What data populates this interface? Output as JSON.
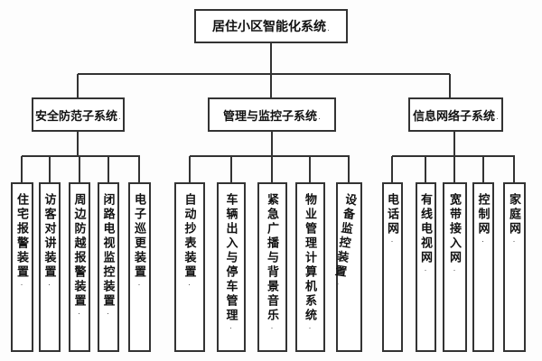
{
  "diagram": {
    "root_label": "居住小区智能化系统",
    "paragraph_mark": "·",
    "branches": [
      {
        "label": "安全防范子系统",
        "children": [
          "住宅报警装置",
          "访客对讲装置",
          "周边防越报警装置",
          "闭路电视监控装置",
          "电子巡更装置"
        ]
      },
      {
        "label": "管理与监控子系统",
        "children": [
          "自动抄表装置",
          "车辆出入与停车管理",
          "紧急广播与背景音乐",
          "物业管理计算机系统",
          "设备监控装置"
        ]
      },
      {
        "label": "信息网络子系统",
        "children": [
          "电话网",
          "有线电视网",
          "宽带接入网",
          "控制网",
          "家庭网"
        ]
      }
    ],
    "colors": {
      "line": "#333333",
      "border": "#333333",
      "background": "#fdfdfd",
      "text": "#111111",
      "box_fill": "#ffffff"
    }
  }
}
